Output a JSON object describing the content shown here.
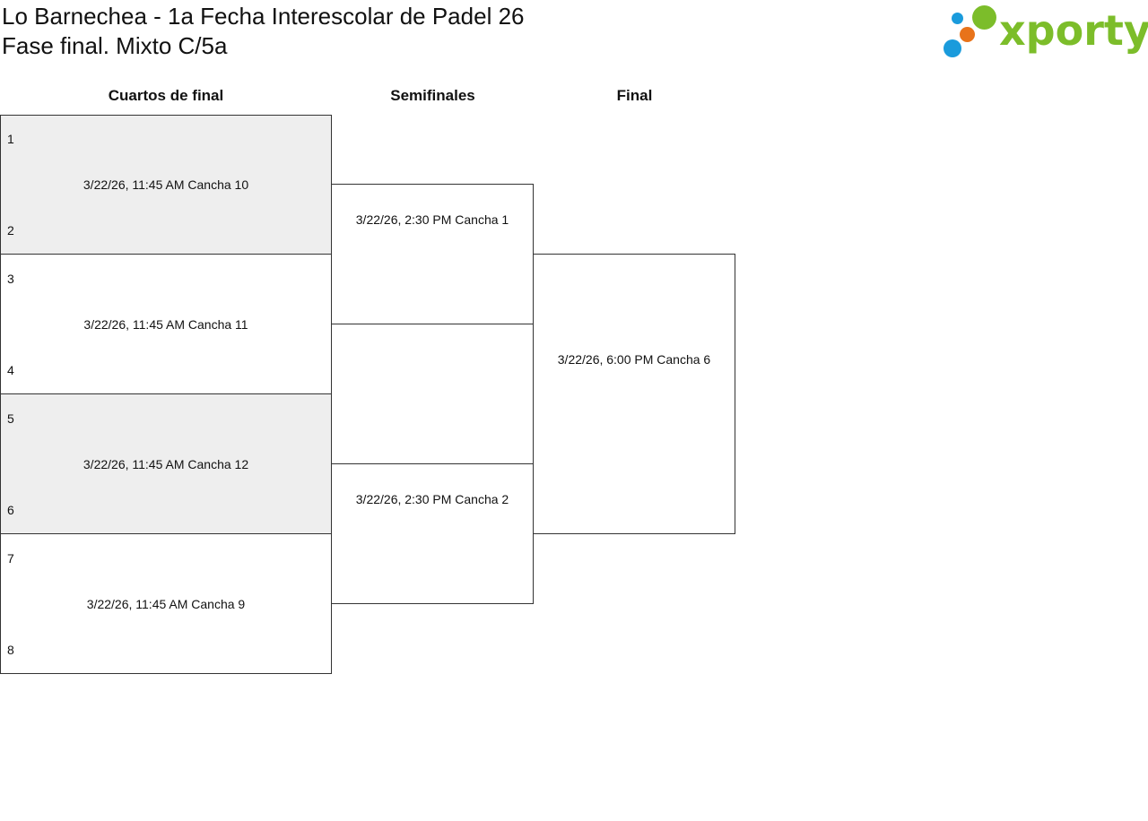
{
  "header": {
    "title": "Lo Barnechea - 1a Fecha Interescolar de Padel 26",
    "subtitle": "Fase final. Mixto C/5a"
  },
  "logo": {
    "text": "xporty",
    "colors": {
      "brand_green": "#7cbd2a",
      "blue": "#1a9bdc",
      "orange": "#e8731a"
    }
  },
  "rounds": {
    "quarterfinals": "Cuartos de final",
    "semifinals": "Semifinales",
    "final": "Final"
  },
  "quarterfinals": [
    {
      "seed_top": "1",
      "info": "3/22/26, 11:45 AM Cancha 10",
      "seed_bottom": "2",
      "shaded": true
    },
    {
      "seed_top": "3",
      "info": "3/22/26, 11:45 AM Cancha 11",
      "seed_bottom": "4",
      "shaded": false
    },
    {
      "seed_top": "5",
      "info": "3/22/26, 11:45 AM Cancha 12",
      "seed_bottom": "6",
      "shaded": true
    },
    {
      "seed_top": "7",
      "info": "3/22/26, 11:45 AM Cancha 9",
      "seed_bottom": "8",
      "shaded": false
    }
  ],
  "semifinals": [
    {
      "info": "3/22/26, 2:30 PM Cancha 1"
    },
    {
      "info": "3/22/26, 2:30 PM Cancha 2"
    }
  ],
  "final": {
    "info": "3/22/26, 6:00 PM Cancha 6"
  },
  "colors": {
    "shaded_row": "#eeeeee",
    "border": "#333333"
  }
}
